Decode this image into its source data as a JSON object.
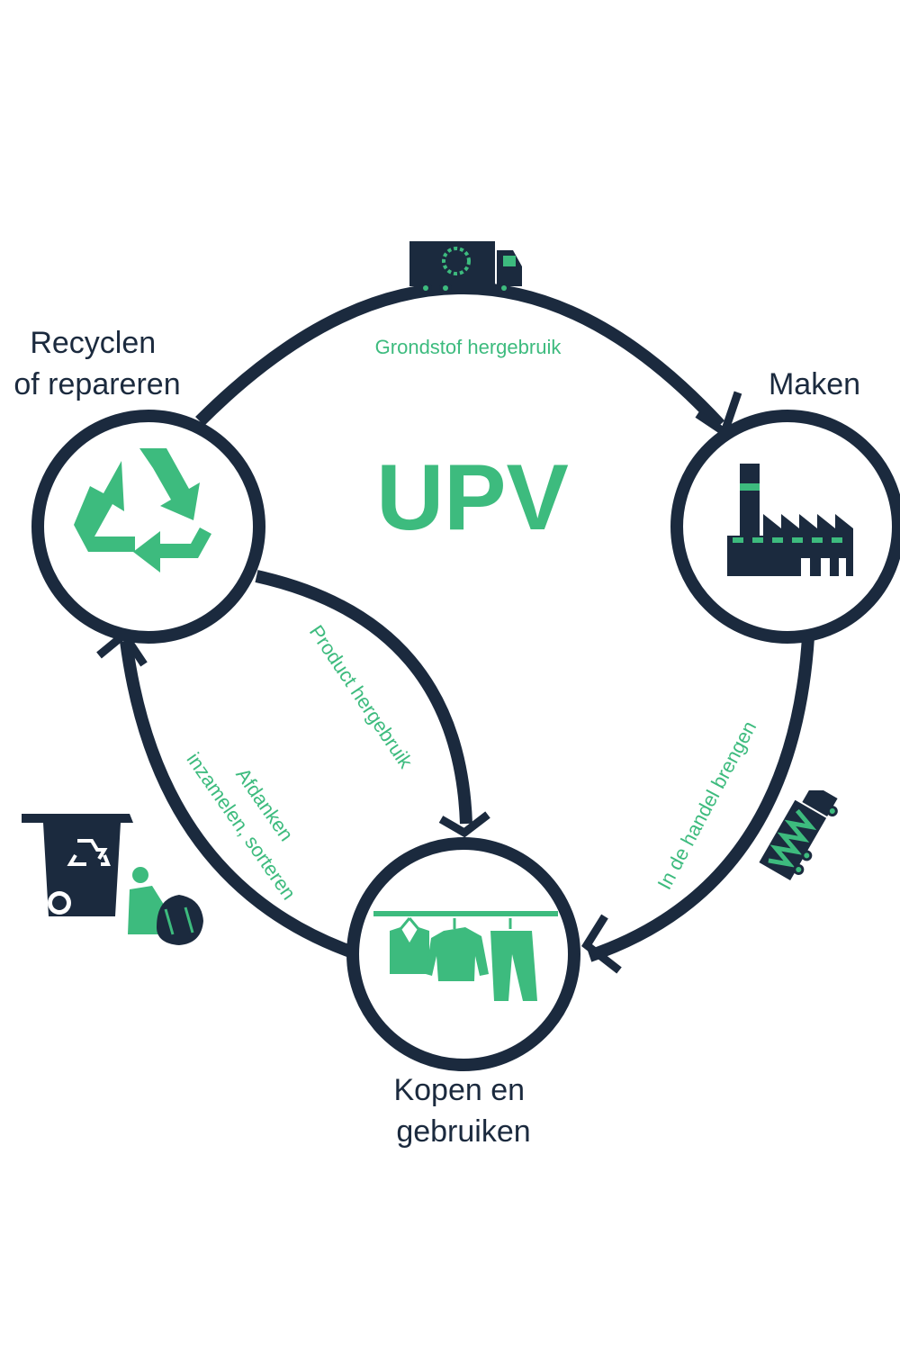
{
  "colors": {
    "navy": "#1b2a3e",
    "green": "#3dbb7e",
    "background": "#ffffff"
  },
  "center_title": "UPV",
  "nodes": {
    "recyclen": {
      "line1": "Recyclen",
      "line2": "of repareren",
      "icon": "recycle-icon"
    },
    "maken": {
      "label": "Maken",
      "icon": "factory-icon"
    },
    "kopen": {
      "line1": "Kopen en",
      "line2": "gebruiken",
      "icon": "clothes-rack-icon"
    }
  },
  "edges": {
    "grondstof": {
      "label": "Grondstof hergebruik",
      "icon": "truck-icon"
    },
    "handel": {
      "label": "In de handel brengen",
      "icon": "truck-icon"
    },
    "product": {
      "label": "Product hergebruik"
    },
    "afdanken": {
      "line1": "Afdanken",
      "line2": "inzamelen, sorteren",
      "icon": "waste-collection-icon"
    }
  }
}
